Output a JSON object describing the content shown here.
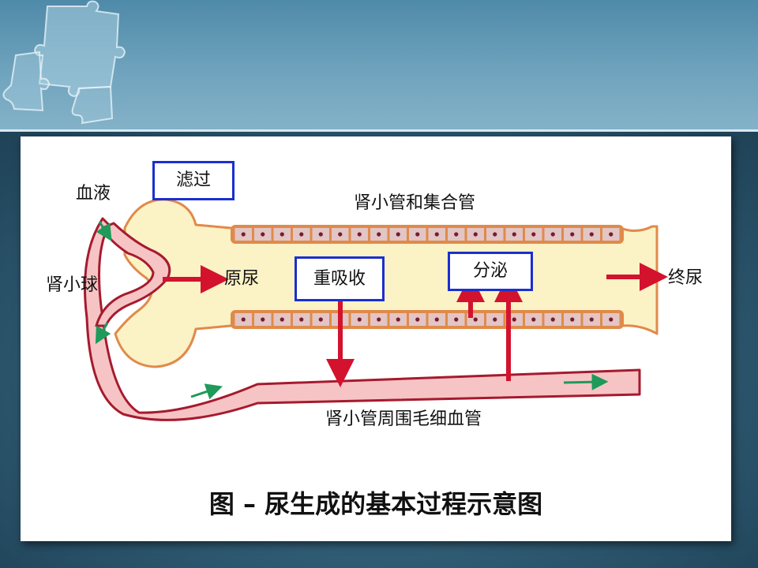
{
  "labels": {
    "blood": "血液",
    "glomerulus": "肾小球",
    "filtration": "滤过",
    "tubule_collecting": "肾小管和集合管",
    "primary_urine": "原尿",
    "reabsorption": "重吸收",
    "secretion": "分泌",
    "final_urine": "终尿",
    "peritubular_capillary": "肾小管周围毛细血管"
  },
  "caption": "图 – 尿生成的基本过程示意图",
  "colors": {
    "tubule_fill": "#fbf2c6",
    "tubule_wall": "#e08a4a",
    "cell_fill": "#e2c5c5",
    "nucleus": "#7a1b2b",
    "vessel_fill": "#f6c4c4",
    "vessel_wall": "#a61a2e",
    "arrow_red": "#d3122e",
    "arrow_green": "#1e9a5a",
    "box_border": "#1a2fd1"
  }
}
